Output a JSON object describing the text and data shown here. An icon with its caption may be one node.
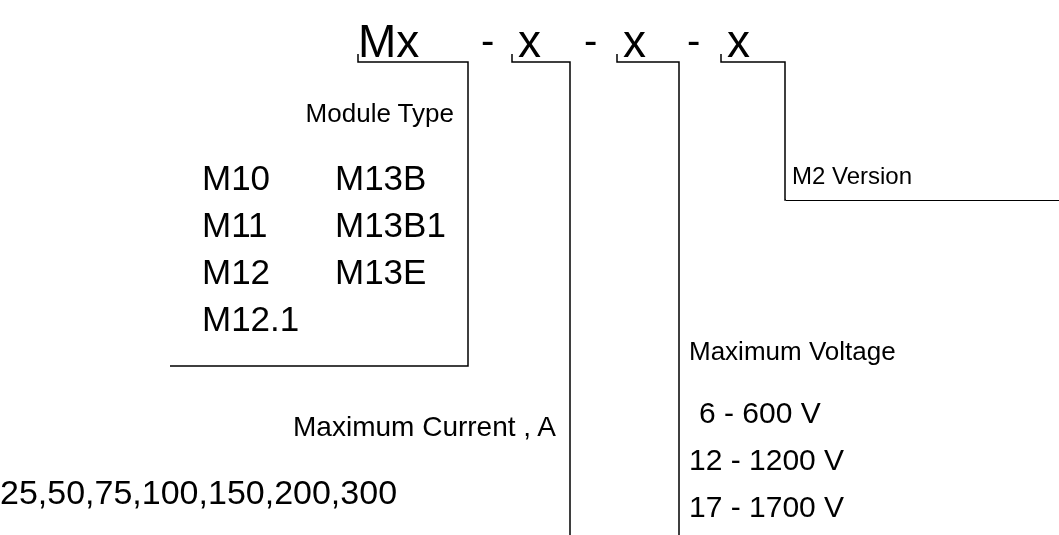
{
  "diagram": {
    "nodes": [
      {
        "text": [
          "Mx"
        ]
      },
      {
        "text": [
          "x"
        ]
      },
      {
        "text": [
          "x"
        ]
      },
      {
        "text": [
          "x"
        ]
      },
      {
        "text": [
          "Module Type",
          "M10",
          "M13B",
          "M11",
          "M13B1",
          "M12",
          "M13E",
          "M12.1"
        ]
      },
      {
        "text": [
          "Maximum Current , A",
          "25,50,75,100,150,200,300"
        ]
      },
      {
        "text": [
          "Maximum Voltage",
          "6 - 600 V",
          "12 - 1200 V",
          "17 - 1700 V"
        ]
      },
      {
        "text": [
          "M2 Version"
        ]
      }
    ],
    "edges": [
      {
        "from": 0,
        "to": 4,
        "arrow": "none"
      },
      {
        "from": 1,
        "to": 5,
        "arrow": "none"
      },
      {
        "from": 2,
        "to": 6,
        "arrow": "none"
      },
      {
        "from": 3,
        "to": 7,
        "arrow": "none"
      }
    ],
    "labels": [
      "-",
      "-",
      "-"
    ]
  }
}
